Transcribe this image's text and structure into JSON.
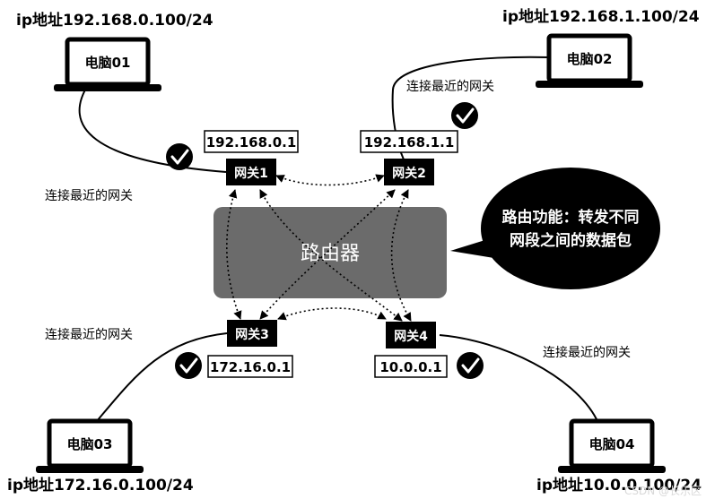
{
  "computers": [
    {
      "id": "pc1",
      "name": "电脑01",
      "ip": "ip地址192.168.0.100/24"
    },
    {
      "id": "pc2",
      "name": "电脑02",
      "ip": "ip地址192.168.1.100/24"
    },
    {
      "id": "pc3",
      "name": "电脑03",
      "ip": "ip地址172.16.0.100/24"
    },
    {
      "id": "pc4",
      "name": "电脑04",
      "ip": "ip地址10.0.0.100/24"
    }
  ],
  "gateways": [
    {
      "id": "gw1",
      "label": "网关1",
      "ip": "192.168.0.1"
    },
    {
      "id": "gw2",
      "label": "网关2",
      "ip": "192.168.1.1"
    },
    {
      "id": "gw3",
      "label": "网关3",
      "ip": "172.16.0.1"
    },
    {
      "id": "gw4",
      "label": "网关4",
      "ip": "10.0.0.1"
    }
  ],
  "connection_note": "连接最近的网关",
  "router": {
    "label": "路由器"
  },
  "bubble": {
    "line1": "路由功能：转发不同",
    "line2": "网段之间的数据包"
  },
  "watermark": "CSDN @长乐区",
  "colors": {
    "router_fill": "#6b6b6b",
    "gateway_fill": "#000000",
    "bubble_fill": "#000000"
  }
}
